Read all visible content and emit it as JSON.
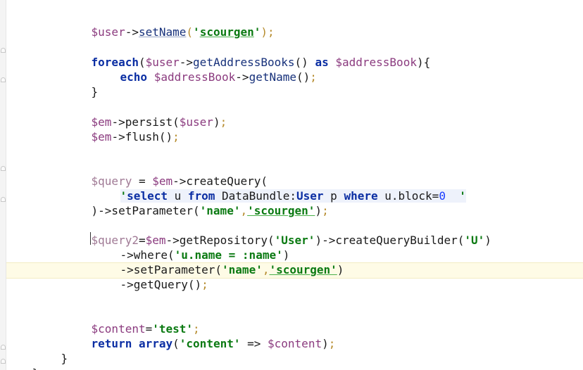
{
  "editor": {
    "language": "php",
    "lines": {
      "l1": {
        "var": "$user",
        "arrow": "->",
        "method": "setName",
        "open": "(",
        "str_q1": "'",
        "str": "scourgen",
        "str_q2": "'",
        "close": ")",
        "semi": ";"
      },
      "l2": {
        "kw": "foreach",
        "open": "(",
        "var": "$user",
        "arrow": "->",
        "method": "getAddressBooks",
        "call": "() ",
        "kw2": "as",
        "sp": " ",
        "var2": "$addressBook",
        "close": "){"
      },
      "l3": {
        "kw": "echo",
        "sp": " ",
        "var": "$addressBook",
        "arrow": "->",
        "method": "getName",
        "call": "()",
        "semi": ";"
      },
      "l4": {
        "brace": "}"
      },
      "l5": {
        "var": "$em",
        "arrow": "->persist(",
        "var2": "$user",
        "close": ")",
        "semi": ";"
      },
      "l6": {
        "var": "$em",
        "arrow": "->flush()",
        "semi": ";"
      },
      "l7": {
        "var": "$query",
        "assign": " = ",
        "var2": "$em",
        "rest": "->createQuery("
      },
      "l8": {
        "q1": "'",
        "kw1": "select",
        "sp1": " u ",
        "kw2": "from",
        "sp2": " DataBundle:",
        "kw3": "User",
        "sp3": " p ",
        "kw4": "where",
        "sp4": " u.block=",
        "num": "0",
        "q2": "  '"
      },
      "l9": {
        "rest": ")->setParameter(",
        "s1": "'name'",
        "comma": ",",
        "s2": "'scourgen'",
        "close": ")",
        "semi": ";"
      },
      "l10": {
        "var": "$query2",
        "assign": "=",
        "var2": "$em",
        "rest1": "->getRepository(",
        "s1": "'User'",
        "rest2": ")->createQueryBuilder(",
        "s2": "'U'",
        "close": ")"
      },
      "l11": {
        "rest": "->where(",
        "s1": "'u.name = :name'",
        "close": ")"
      },
      "l12": {
        "rest": "->setParameter(",
        "s1": "'name'",
        "comma": ",",
        "s2": "'scourgen'",
        "close": ")"
      },
      "l13": {
        "rest": "->getQuery()",
        "semi": ";"
      },
      "l14": {
        "var": "$content",
        "assign": "=",
        "s1": "'test'",
        "semi": ";"
      },
      "l15": {
        "kw1": "return",
        "sp": " ",
        "kw2": "array",
        "open": "(",
        "s1": "'content'",
        "arrow": " => ",
        "var": "$content",
        "close": ")",
        "semi": ";"
      },
      "l16": {
        "brace": "}"
      },
      "l17": {
        "brace": "}"
      }
    }
  }
}
